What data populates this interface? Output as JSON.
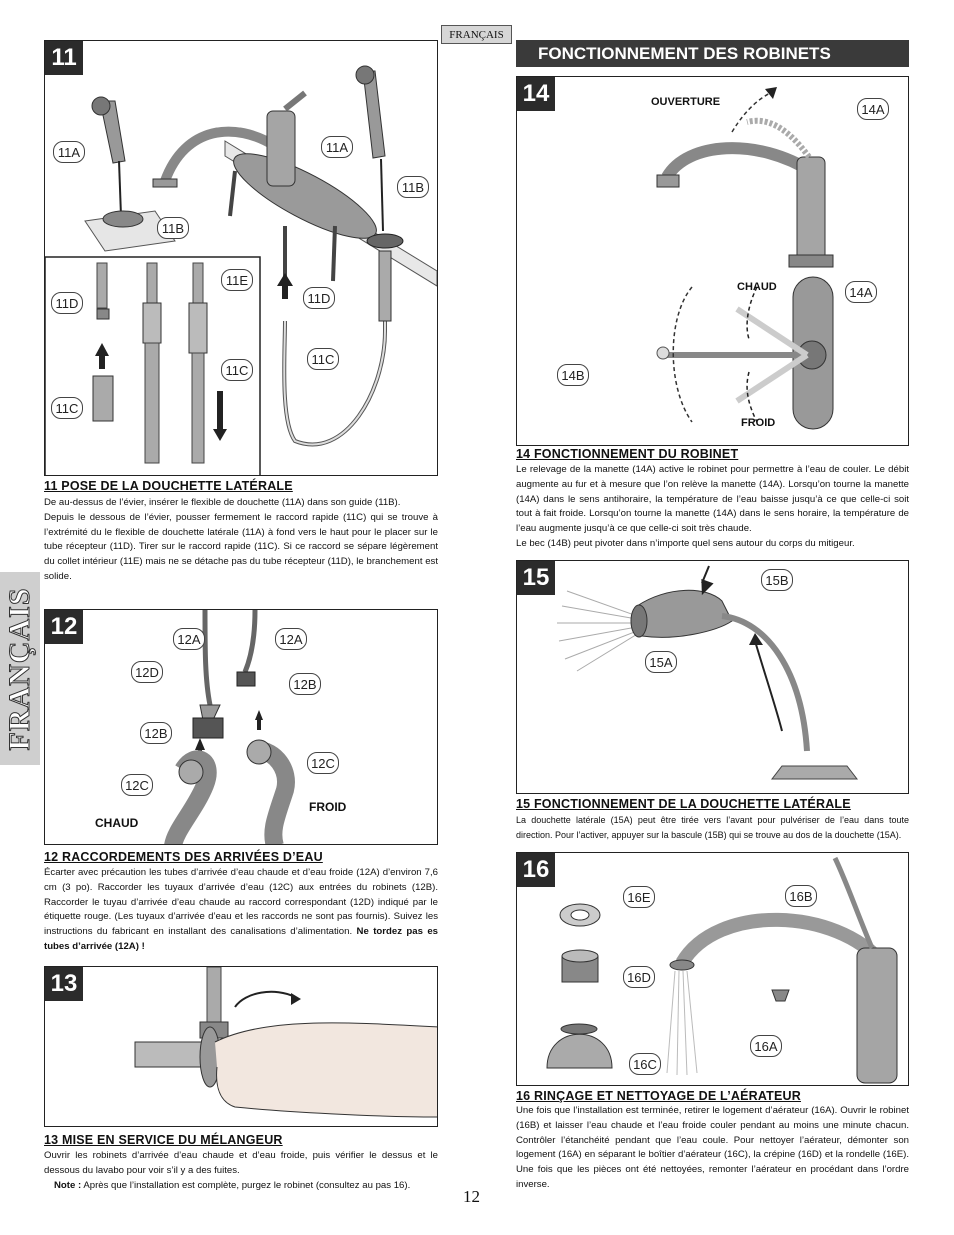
{
  "page": {
    "language_tab": "FRANÇAIS",
    "sidebar": "FRANÇAIS",
    "page_number": "12"
  },
  "header": {
    "title": "FONCTIONNEMENT DES ROBINETS"
  },
  "step11": {
    "num": "11",
    "callouts": {
      "a1": "11A",
      "a2": "11A",
      "b1": "11B",
      "b2": "11B",
      "c1": "11C",
      "c2": "11C",
      "c3": "11C",
      "d1": "11D",
      "d2": "11D",
      "e": "11E"
    },
    "title": "11  POSE DE LA DOUCHETTE LATÉRALE",
    "body": [
      "De au-dessus de l’évier, insérer le flexible de douchette (11A) dans son guide (11B).",
      "Depuis le dessous de l’évier, pousser fermement le raccord rapide (11C) qui se trouve à l’extrémité du le flexible de douchette latérale (11A) à fond vers le haut pour le placer sur le tube récepteur (11D). Tirer sur le raccord rapide (11C). Si ce raccord se sépare légèrement du collet intérieur (11E) mais ne se détache pas du tube récepteur (11D), le branchement est solide."
    ]
  },
  "step12": {
    "num": "12",
    "callouts": {
      "a1": "12A",
      "a2": "12A",
      "b1": "12B",
      "b2": "12B",
      "c1": "12C",
      "c2": "12C",
      "d": "12D"
    },
    "labels": {
      "hot": "CHAUD",
      "cold": "FROID"
    },
    "title": "12  RACCORDEMENTS DES ARRIVÉES D’EAU",
    "body": [
      "Écarter avec précaution les tubes d’arrivée d’eau chaude et d’eau froide (12A) d’environ 7,6 cm (3 po). Raccorder les tuyaux d’arrivée d’eau (12C) aux entrées du robinets (12B). Raccorder le tuyau d’arrivée d’eau chaude au raccord correspondant (12D) indiqué par le étiquette rouge. (Les tuyaux d’arrivée d’eau et les raccords ne sont pas fournis). Suivez les instructions du fabricant en installant des canalisations d’alimentation.",
      "Ne tordez pas es tubes d’arrivée (12A) !"
    ]
  },
  "step13": {
    "num": "13",
    "title": "13  MISE EN SERVICE DU MÉLANGEUR",
    "body": [
      "Ouvrir les robinets d’arrivée d’eau chaude et d’eau froide, puis vérifier le dessus et le dessous du lavabo pour voir s’il y a des fuites.",
      "Note :",
      "Après que l’installation est complète, purgez le robinet (consultez au pas 16)."
    ]
  },
  "step14": {
    "num": "14",
    "callouts": {
      "a1": "14A",
      "a2": "14A",
      "b": "14B"
    },
    "labels": {
      "open": "OUVERTURE",
      "hot": "CHAUD",
      "cold": "FROID"
    },
    "title": "14  FONCTIONNEMENT DU ROBINET",
    "body": [
      "Le relevage de la manette (14A) active le robinet pour permettre à l’eau de couler. Le débit augmente au fur et à mesure que l’on relève la manette (14A). Lorsqu’on tourne la manette (14A) dans le sens antihoraire, la température de l’eau baisse jusqu’à ce que celle-ci soit tout à fait froide. Lorsqu’on tourne la manette (14A) dans le sens horaire, la température de l’eau augmente jusqu’à ce que celle-ci soit très chaude.",
      "Le bec (14B) peut pivoter dans n’importe quel sens autour du corps du mitigeur."
    ]
  },
  "step15": {
    "num": "15",
    "callouts": {
      "a": "15A",
      "b": "15B"
    },
    "title": "15  FONCTIONNEMENT DE LA DOUCHETTE LATÉRALE",
    "body": [
      "La douchette latérale (15A) peut être tirée vers l’avant pour pulvériser de l’eau dans toute direction. Pour l’activer, appuyer sur la bascule (15B) qui se trouve au dos de la douchette (15A)."
    ]
  },
  "step16": {
    "num": "16",
    "callouts": {
      "a": "16A",
      "b": "16B",
      "c": "16C",
      "d": "16D",
      "e": "16E"
    },
    "title": "16  RINÇAGE ET NETTOYAGE DE L’AÉRATEUR",
    "body": [
      "Une fois que l’installation est terminée, retirer le logement d’aérateur (16A). Ouvrir le robinet (16B) et laisser l’eau chaude et l’eau froide couler pendant au moins une minute chacun. Contrôler l’étanchéité pendant que l’eau coule. Pour nettoyer l’aérateur, démonter son logement (16A) en séparant le boîtier d’aérateur (16C), la crépine (16D) et la rondelle (16E). Une fois que les pièces ont été nettoyées, remonter l’aérateur en procédant dans l’ordre inverse."
    ]
  }
}
